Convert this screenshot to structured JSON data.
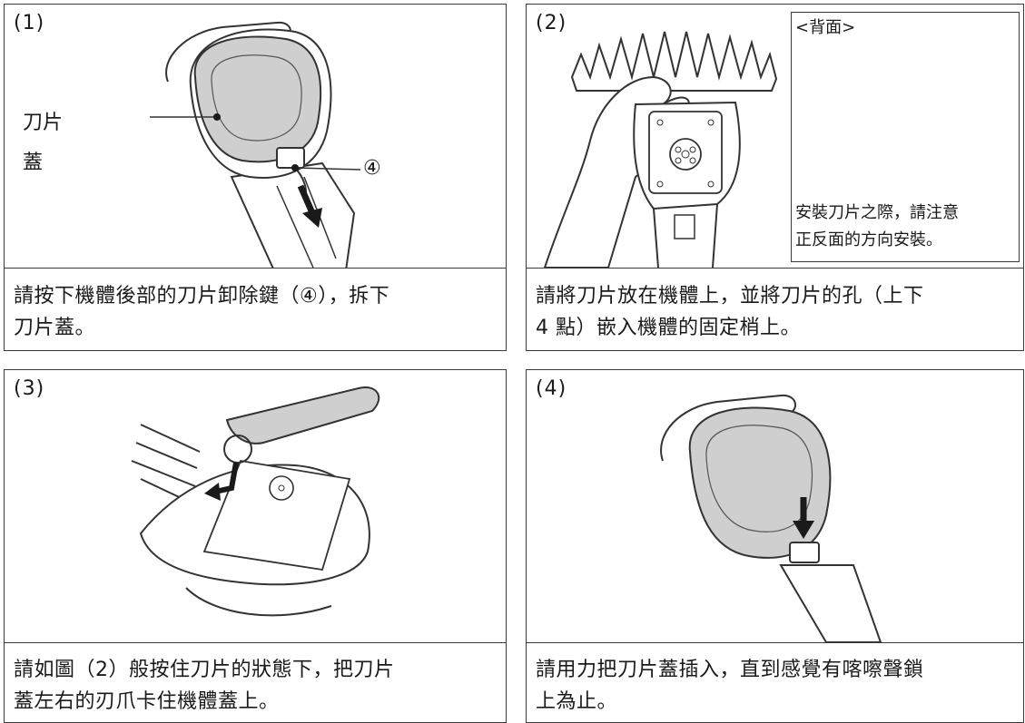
{
  "panels": [
    {
      "step": "(1)",
      "labels": {
        "blade_cover_line1": "刀片",
        "blade_cover_line2": "蓋",
        "callout": "④"
      },
      "caption_line1": "請按下機體後部的刀片卸除鍵（④），拆下",
      "caption_line2": "刀片蓋。"
    },
    {
      "step": "(2)",
      "inset": {
        "title": "<背面>",
        "note_line1": "安裝刀片之際，請注意",
        "note_line2": "正反面的方向安裝。"
      },
      "caption_line1": "請將刀片放在機體上，並將刀片的孔（上下",
      "caption_line2": "4 點）嵌入機體的固定梢上。"
    },
    {
      "step": "(3)",
      "caption_line1": "請如圖（2）般按住刀片的狀態下，把刀片",
      "caption_line2": "蓋左右的刃爪卡住機體蓋上。"
    },
    {
      "step": "(4)",
      "caption_line1": "請用力把刀片蓋插入，直到感覺有喀嚓聲鎖",
      "caption_line2": "上為止。"
    }
  ],
  "colors": {
    "cover_fill": "#cfcfcf",
    "line": "#333333",
    "arrow": "#1a1a1a"
  }
}
